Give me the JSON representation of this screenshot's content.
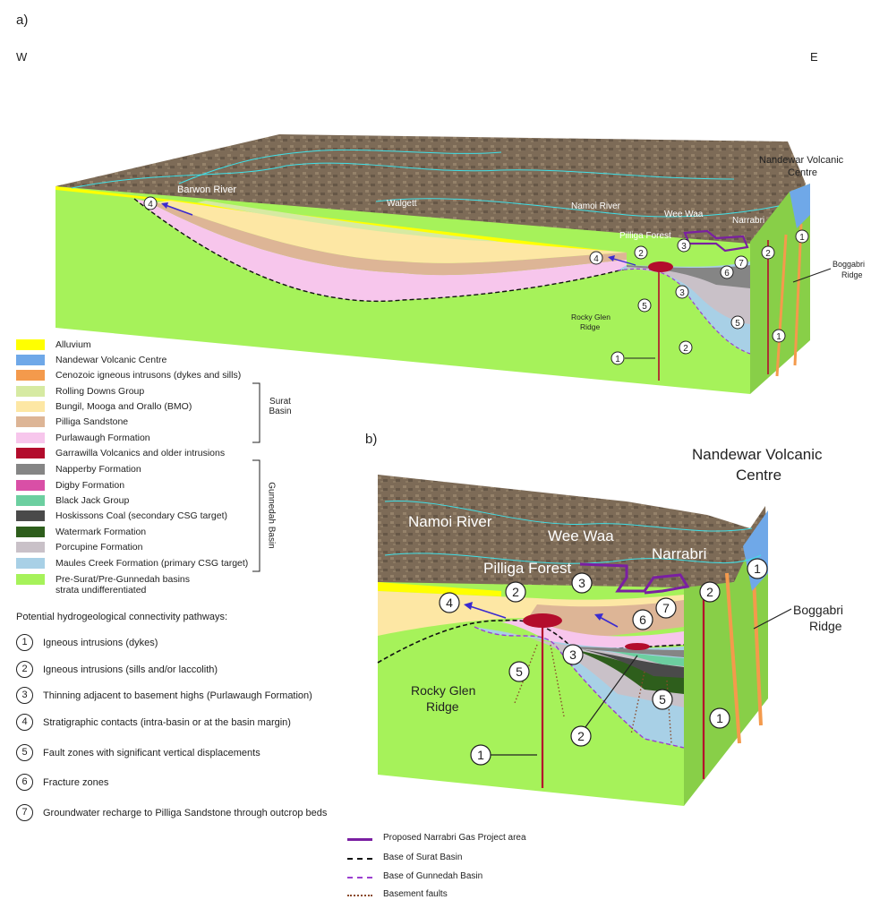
{
  "panels": {
    "a_label": "a)",
    "b_label": "b)"
  },
  "compass": {
    "west": "W",
    "east": "E"
  },
  "map_labels_a": {
    "barwon_river": "Barwon River",
    "walgett": "Walgett",
    "namoi_river": "Namoi River",
    "wee_waa": "Wee Waa",
    "narrabri": "Narrabri",
    "pilliga_forest": "Pilliga Forest"
  },
  "annotations_a": {
    "nandewar_line1": "Nandewar Volcanic",
    "nandewar_line2": "Centre",
    "boggabri_line1": "Boggabri",
    "boggabri_line2": "Ridge",
    "rocky_glen_line1": "Rocky Glen",
    "rocky_glen_line2": "Ridge"
  },
  "map_labels_b": {
    "namoi_river": "Namoi River",
    "wee_waa": "Wee Waa",
    "narrabri": "Narrabri",
    "pilliga_forest": "Pilliga Forest"
  },
  "annotations_b": {
    "nandewar_line1": "Nandewar Volcanic",
    "nandewar_line2": "Centre",
    "boggabri_line1": "Boggabri",
    "boggabri_line2": "Ridge",
    "rocky_glen_line1": "Rocky Glen",
    "rocky_glen_line2": "Ridge"
  },
  "legend": [
    {
      "label": "Alluvium",
      "color": "#ffff00"
    },
    {
      "label": "Nandewar Volcanic Centre",
      "color": "#6fa8e8"
    },
    {
      "label": "Cenozoic igneous intrusons (dykes and sills)",
      "color": "#f49a4c"
    },
    {
      "label": "Rolling Downs Group",
      "color": "#d6eaa2"
    },
    {
      "label": "Bungil, Mooga and Orallo (BMO)",
      "color": "#fde7a4"
    },
    {
      "label": "Pilliga Sandstone",
      "color": "#ddb596"
    },
    {
      "label": "Purlawaugh Formation",
      "color": "#f7c6ec"
    },
    {
      "label": "Garrawilla Volcanics and older intrusions",
      "color": "#b30c2c"
    },
    {
      "label": "Napperby Formation",
      "color": "#858585"
    },
    {
      "label": "Digby Formation",
      "color": "#d94fa6"
    },
    {
      "label": "Black Jack Group",
      "color": "#6ccfa0"
    },
    {
      "label": "Hoskissons Coal (secondary CSG target)",
      "color": "#4a4a4a"
    },
    {
      "label": "Watermark Formation",
      "color": "#2e5e1c"
    },
    {
      "label": "Porcupine Formation",
      "color": "#c9c1c8"
    },
    {
      "label": "Maules Creek Formation (primary CSG target)",
      "color": "#a8d0e6"
    },
    {
      "label": "Pre-Surat/Pre-Gunnedah basins",
      "label2": "strata undifferentiated",
      "color": "#a6f25a"
    }
  ],
  "brackets": {
    "surat_line1": "Surat",
    "surat_line2": "Basin",
    "gunnedah": "Gunnedah Basin"
  },
  "pathways": {
    "heading": "Potential hydrogeological connectivity pathways:",
    "items": [
      {
        "num": "1",
        "label": "Igneous intrusions (dykes)"
      },
      {
        "num": "2",
        "label": "Igneous intrusions (sills and/or laccolith)"
      },
      {
        "num": "3",
        "label": "Thinning adjacent to basement highs (Purlawaugh Formation)"
      },
      {
        "num": "4",
        "label": "Stratigraphic contacts (intra-basin or at the basin margin)"
      },
      {
        "num": "5",
        "label": "Fault zones with significant vertical displacements"
      },
      {
        "num": "6",
        "label": "Fracture zones"
      },
      {
        "num": "7",
        "label": "Groundwater recharge to Pilliga Sandstone through outcrop beds"
      }
    ]
  },
  "line_key": [
    {
      "label": "Proposed Narrabri Gas Project area",
      "color": "#7a1fa2",
      "style": "solid"
    },
    {
      "label": "Base of Surat Basin",
      "color": "#111111",
      "style": "dashed"
    },
    {
      "label": "Base of Gunnedah Basin",
      "color": "#9b3fd0",
      "style": "dashed"
    },
    {
      "label": "Basement faults",
      "color": "#8a4a2a",
      "style": "dotted"
    }
  ],
  "colors": {
    "terrain": "#7a6a58",
    "river": "#3fe0e8",
    "basement": "#a6f25a",
    "basement_dark": "#8fd448",
    "project_area": "#7a1fa2",
    "arrow": "#3a2ad0"
  }
}
